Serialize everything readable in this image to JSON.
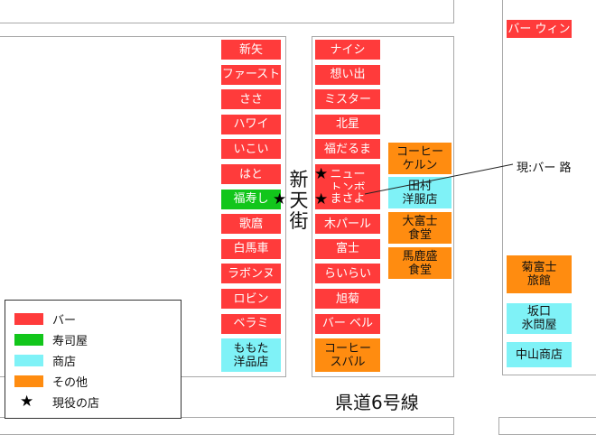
{
  "road_label": "県道6号線",
  "street_label": "新\n天\n街",
  "note": "現:バー 路",
  "colors": {
    "bar": "#ff3b3b",
    "sushi": "#12c61b",
    "shop": "#7ff2f7",
    "other": "#ff8c10"
  },
  "legend": [
    {
      "label": "バー",
      "kind": "bar"
    },
    {
      "label": "寿司屋",
      "kind": "sushi"
    },
    {
      "label": "商店",
      "kind": "shop"
    },
    {
      "label": "その他",
      "kind": "other"
    },
    {
      "label": "現役の店",
      "kind": "star-icon"
    }
  ],
  "left_column": [
    {
      "name": "新矢",
      "kind": "bar"
    },
    {
      "name": "ファースト",
      "kind": "bar"
    },
    {
      "name": "ささ",
      "kind": "bar"
    },
    {
      "name": "ハワイ",
      "kind": "bar"
    },
    {
      "name": "いこい",
      "kind": "bar"
    },
    {
      "name": "はと",
      "kind": "bar"
    },
    {
      "name": "福寿し",
      "kind": "sushi",
      "active": true
    },
    {
      "name": "歌麿",
      "kind": "bar"
    },
    {
      "name": "白馬車",
      "kind": "bar"
    },
    {
      "name": "ラボンヌ",
      "kind": "bar"
    },
    {
      "name": "ロビン",
      "kind": "bar"
    },
    {
      "name": "ベラミ",
      "kind": "bar"
    },
    {
      "name": "ももた\n洋品店",
      "kind": "shop"
    }
  ],
  "mid_column": [
    {
      "name": "ナイシ",
      "kind": "bar"
    },
    {
      "name": "想い出",
      "kind": "bar"
    },
    {
      "name": "ミスター",
      "kind": "bar"
    },
    {
      "name": "北星",
      "kind": "bar"
    },
    {
      "name": "福だるま",
      "kind": "bar"
    },
    {
      "name": "ニュー\nトンボ",
      "kind": "bar",
      "active": true
    },
    {
      "name": "まさよ",
      "kind": "bar",
      "active": true
    },
    {
      "name": "木パール",
      "kind": "bar"
    },
    {
      "name": "富士",
      "kind": "bar"
    },
    {
      "name": "らいらい",
      "kind": "bar"
    },
    {
      "name": "旭菊",
      "kind": "bar"
    },
    {
      "name": "バー ベル",
      "kind": "bar"
    },
    {
      "name": "コーヒー\nスバル",
      "kind": "other"
    }
  ],
  "right_column": [
    {
      "name": "コーヒー\nケルン",
      "kind": "other"
    },
    {
      "name": "田村\n洋服店",
      "kind": "shop"
    },
    {
      "name": "大富士\n食堂",
      "kind": "other"
    },
    {
      "name": "馬鹿盛\n食堂",
      "kind": "other"
    }
  ],
  "far_right": [
    {
      "name": "バー ウィン",
      "kind": "bar"
    },
    {
      "name": "菊富士\n旅館",
      "kind": "other"
    },
    {
      "name": "坂口\n氷問屋",
      "kind": "shop"
    },
    {
      "name": "中山商店",
      "kind": "shop"
    }
  ]
}
